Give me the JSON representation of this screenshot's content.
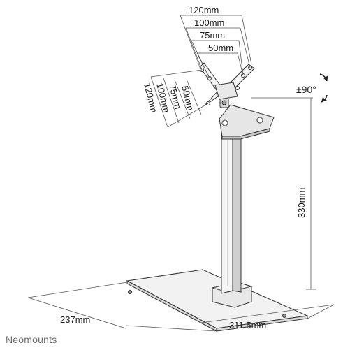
{
  "vesa_horizontal": {
    "labels": [
      "120mm",
      "100mm",
      "75mm",
      "50mm"
    ]
  },
  "vesa_vertical": {
    "labels": [
      "120mm",
      "100mm",
      "75mm",
      "50mm"
    ]
  },
  "rotation_label": "±90°",
  "height_label": "330mm",
  "base_depth_label": "237mm",
  "base_width_label": "311.5mm",
  "brand": "Neomounts"
}
